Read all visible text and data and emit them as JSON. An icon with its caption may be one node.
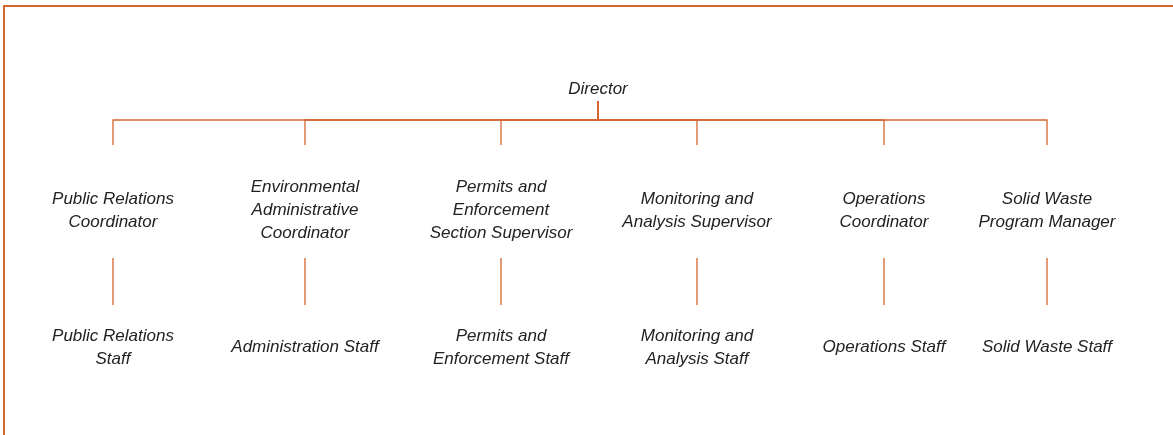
{
  "diagram": {
    "nodes": [
      {
        "text": [
          "Director"
        ]
      },
      {
        "text": [
          "Public Relations Coordinator"
        ]
      },
      {
        "text": [
          "Environmental Administrative Coordinator"
        ]
      },
      {
        "text": [
          "Permits and Enforcement Section Supervisor"
        ]
      },
      {
        "text": [
          "Monitoring and Analysis Supervisor"
        ]
      },
      {
        "text": [
          "Operations Coordinator"
        ]
      },
      {
        "text": [
          "Solid Waste Program Manager"
        ]
      },
      {
        "text": [
          "Public Relations Staff"
        ]
      },
      {
        "text": [
          "Administration Staff"
        ]
      },
      {
        "text": [
          "Permits and Enforcement Staff"
        ]
      },
      {
        "text": [
          "Monitoring and Analysis Staff"
        ]
      },
      {
        "text": [
          "Operations Staff"
        ]
      },
      {
        "text": [
          "Solid Waste Staff"
        ]
      }
    ],
    "edges": [
      {
        "from": 0,
        "to": 1,
        "arrow": "none"
      },
      {
        "from": 0,
        "to": 2,
        "arrow": "none"
      },
      {
        "from": 0,
        "to": 3,
        "arrow": "none"
      },
      {
        "from": 0,
        "to": 4,
        "arrow": "none"
      },
      {
        "from": 0,
        "to": 5,
        "arrow": "none"
      },
      {
        "from": 0,
        "to": 6,
        "arrow": "none"
      },
      {
        "from": 1,
        "to": 7,
        "arrow": "none"
      },
      {
        "from": 2,
        "to": 8,
        "arrow": "none"
      },
      {
        "from": 3,
        "to": 9,
        "arrow": "none"
      },
      {
        "from": 4,
        "to": 10,
        "arrow": "none"
      },
      {
        "from": 5,
        "to": 11,
        "arrow": "none"
      },
      {
        "from": 6,
        "to": 12,
        "arrow": "none"
      }
    ]
  }
}
